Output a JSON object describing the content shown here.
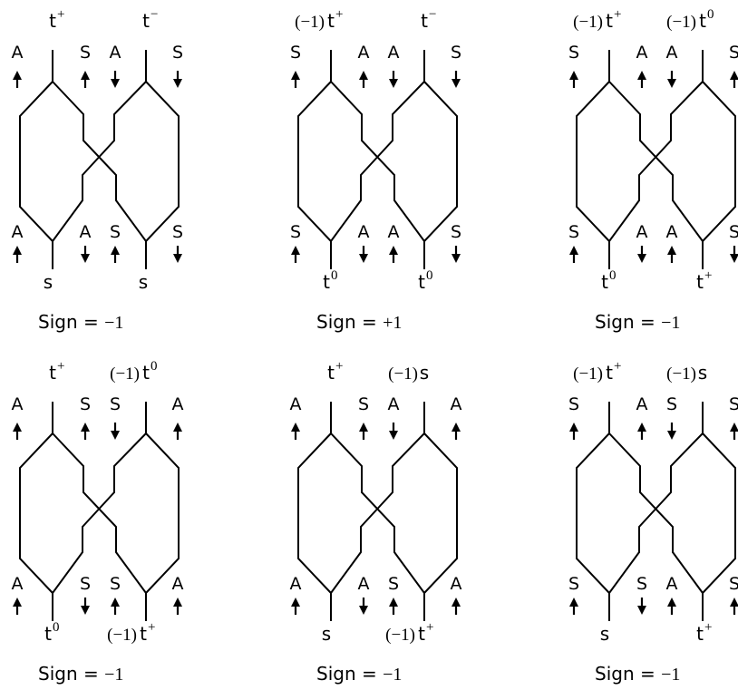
{
  "panels": [
    {
      "top_left": "t",
      "top_left_sup": "+",
      "top_left_prefix": "",
      "top_right": "t",
      "top_right_sup": "−",
      "top_right_prefix": "",
      "bottom_left": "s",
      "bottom_left_sup": "",
      "bottom_left_prefix": "",
      "bottom_right": "s",
      "bottom_right_sup": "",
      "bottom_right_prefix": "",
      "top_letters": [
        "A",
        "S",
        "A",
        "S"
      ],
      "top_arrows": [
        "up",
        "up",
        "down",
        "down"
      ],
      "bottom_letters": [
        "A",
        "A",
        "S",
        "S"
      ],
      "bottom_arrows": [
        "up",
        "down",
        "up",
        "down"
      ],
      "sign_label": "Sign = ",
      "sign_value": "−1"
    },
    {
      "top_left": "t",
      "top_left_sup": "+",
      "top_left_prefix": "(−1)",
      "top_right": "t",
      "top_right_sup": "−",
      "top_right_prefix": "",
      "bottom_left": "t",
      "bottom_left_sup": "0",
      "bottom_left_prefix": "",
      "bottom_right": "t",
      "bottom_right_sup": "0",
      "bottom_right_prefix": "",
      "top_letters": [
        "S",
        "A",
        "A",
        "S"
      ],
      "top_arrows": [
        "up",
        "up",
        "down",
        "down"
      ],
      "bottom_letters": [
        "S",
        "A",
        "A",
        "S"
      ],
      "bottom_arrows": [
        "up",
        "down",
        "up",
        "down"
      ],
      "sign_label": "Sign = ",
      "sign_value": "+1"
    },
    {
      "top_left": "t",
      "top_left_sup": "+",
      "top_left_prefix": "(−1)",
      "top_right": "t",
      "top_right_sup": "0",
      "top_right_prefix": "(−1)",
      "bottom_left": "t",
      "bottom_left_sup": "0",
      "bottom_left_prefix": "",
      "bottom_right": "t",
      "bottom_right_sup": "+",
      "bottom_right_prefix": "",
      "top_letters": [
        "S",
        "A",
        "A",
        "S"
      ],
      "top_arrows": [
        "up",
        "up",
        "down",
        "up"
      ],
      "bottom_letters": [
        "S",
        "A",
        "A",
        "S"
      ],
      "bottom_arrows": [
        "up",
        "down",
        "up",
        "down"
      ],
      "sign_label": "Sign = ",
      "sign_value": "−1"
    },
    {
      "top_left": "t",
      "top_left_sup": "+",
      "top_left_prefix": "",
      "top_right": "t",
      "top_right_sup": "0",
      "top_right_prefix": "(−1)",
      "bottom_left": "t",
      "bottom_left_sup": "0",
      "bottom_left_prefix": "",
      "bottom_right": "t",
      "bottom_right_sup": "+",
      "bottom_right_prefix": "(−1)",
      "top_letters": [
        "A",
        "S",
        "S",
        "A"
      ],
      "top_arrows": [
        "up",
        "up",
        "down",
        "up"
      ],
      "bottom_letters": [
        "A",
        "S",
        "S",
        "A"
      ],
      "bottom_arrows": [
        "up",
        "down",
        "up",
        "up"
      ],
      "sign_label": "Sign = ",
      "sign_value": "−1"
    },
    {
      "top_left": "t",
      "top_left_sup": "+",
      "top_left_prefix": "",
      "top_right": "s",
      "top_right_sup": "",
      "top_right_prefix": "(−1)",
      "bottom_left": "s",
      "bottom_left_sup": "",
      "bottom_left_prefix": "",
      "bottom_right": "t",
      "bottom_right_sup": "+",
      "bottom_right_prefix": "(−1)",
      "top_letters": [
        "A",
        "S",
        "A",
        "A"
      ],
      "top_arrows": [
        "up",
        "up",
        "down",
        "up"
      ],
      "bottom_letters": [
        "A",
        "A",
        "S",
        "A"
      ],
      "bottom_arrows": [
        "up",
        "down",
        "up",
        "up"
      ],
      "sign_label": "Sign = ",
      "sign_value": "−1"
    },
    {
      "top_left": "t",
      "top_left_sup": "+",
      "top_left_prefix": "(−1)",
      "top_right": "s",
      "top_right_sup": "",
      "top_right_prefix": "(−1)",
      "bottom_left": "s",
      "bottom_left_sup": "",
      "bottom_left_prefix": "",
      "bottom_right": "t",
      "bottom_right_sup": "+",
      "bottom_right_prefix": "",
      "top_letters": [
        "S",
        "A",
        "S",
        "S"
      ],
      "top_arrows": [
        "up",
        "up",
        "down",
        "up"
      ],
      "bottom_letters": [
        "S",
        "S",
        "A",
        "S"
      ],
      "bottom_arrows": [
        "up",
        "down",
        "up",
        "up"
      ],
      "sign_label": "Sign = ",
      "sign_value": "−1"
    }
  ]
}
